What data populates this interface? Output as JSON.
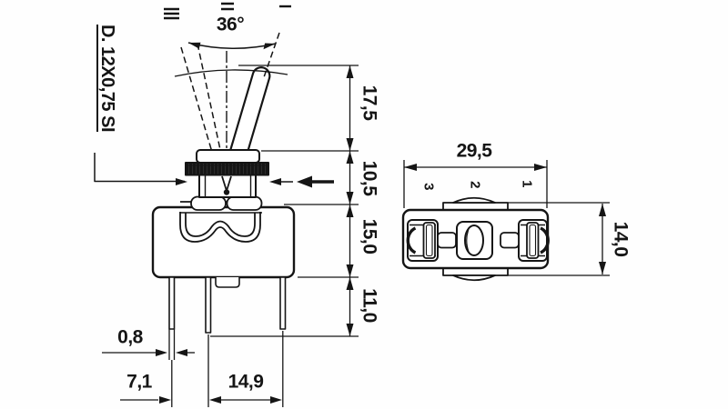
{
  "meta": {
    "background": "#fefefe",
    "line_color": "#151515",
    "drawing_type": "toggle switch dimensional drawing"
  },
  "side_view": {
    "thread_callout": "D. 12X0,75 SI",
    "angle": "36°",
    "dims": {
      "lever_height": "17,5",
      "bushing_height": "10,5",
      "body_height": "15,0",
      "pin_length": "11,0",
      "pin_thickness": "0,8",
      "pin_pitch_left": "7,1",
      "pin_pitch_right": "14,9"
    }
  },
  "bottom_view": {
    "dims": {
      "width": "29,5",
      "height": "14,0"
    },
    "terminal_labels": [
      "3",
      "2",
      "1"
    ]
  },
  "artifacts": {
    "crop_marks": [
      "≡",
      "=",
      "−"
    ]
  }
}
